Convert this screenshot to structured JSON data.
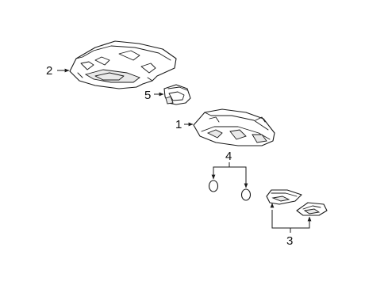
{
  "callouts": {
    "c1": "1",
    "c2": "2",
    "c3": "3",
    "c4": "4",
    "c5": "5"
  },
  "parts": [
    {
      "callout": "1",
      "icon": "dome-lamp-housing-icon"
    },
    {
      "callout": "2",
      "icon": "overhead-console-frame-icon"
    },
    {
      "callout": "3",
      "icon": "lens-pair-icon"
    },
    {
      "callout": "4",
      "icon": "bulb-pair-icon"
    },
    {
      "callout": "5",
      "icon": "connector-clip-icon"
    }
  ],
  "colors": {
    "line": "#1a1a1a",
    "background": "#ffffff"
  }
}
